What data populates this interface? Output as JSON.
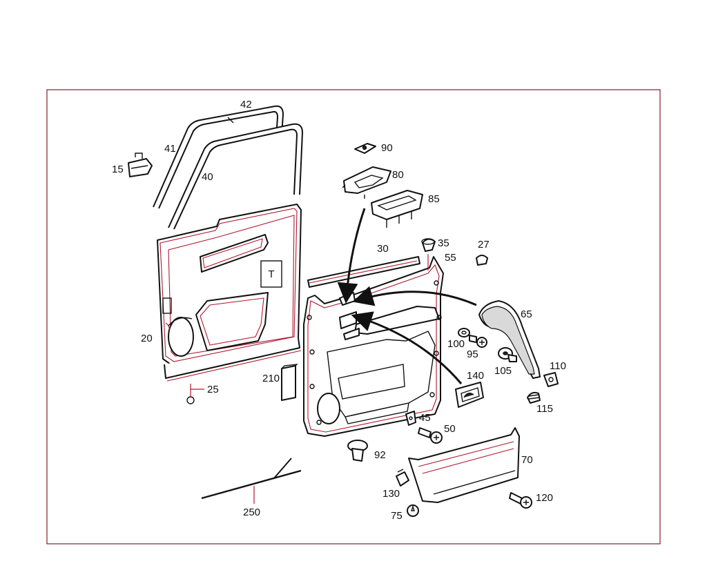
{
  "callouts": {
    "c15": "15",
    "c20": "20",
    "c25": "25",
    "c27": "27",
    "c30": "30",
    "c35": "35",
    "c40": "40",
    "c41": "41",
    "c42": "42",
    "c45": "45",
    "c50": "50",
    "c55": "55",
    "c65": "65",
    "c70": "70",
    "c75": "75",
    "c80": "80",
    "c85": "85",
    "c90": "90",
    "c92": "92",
    "c95": "95",
    "c100": "100",
    "c105": "105",
    "c110": "110",
    "c115": "115",
    "c120": "120",
    "c130": "130",
    "c140": "140",
    "c210": "210",
    "c250": "250"
  },
  "panel_marker": "T",
  "colors": {
    "frame": "#7a1f2e",
    "accent_red": "#b0172f",
    "line": "#111111"
  }
}
